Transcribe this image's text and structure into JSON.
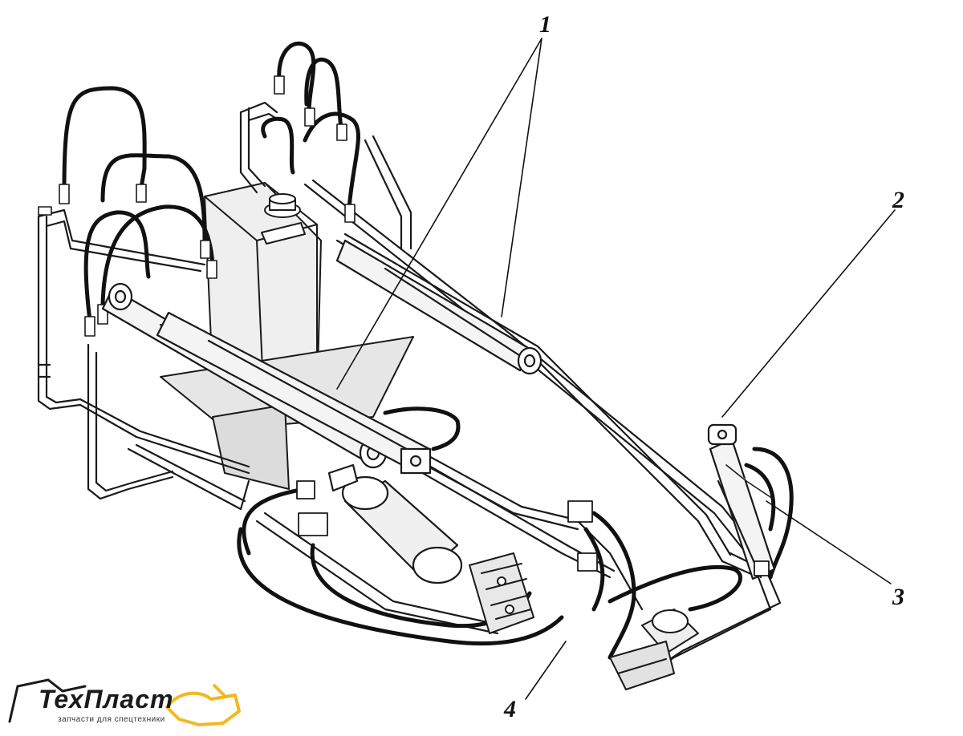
{
  "diagram": {
    "callouts": [
      "1",
      "2",
      "3",
      "4"
    ],
    "colors": {
      "ink": "#1a1a1a",
      "hose": "#111111",
      "background": "#ffffff",
      "logo_accent": "#f2b81f"
    }
  },
  "logo": {
    "name_part1": "Тех",
    "name_part2": "Пласт",
    "tagline": "запчасти для спецтехники"
  }
}
